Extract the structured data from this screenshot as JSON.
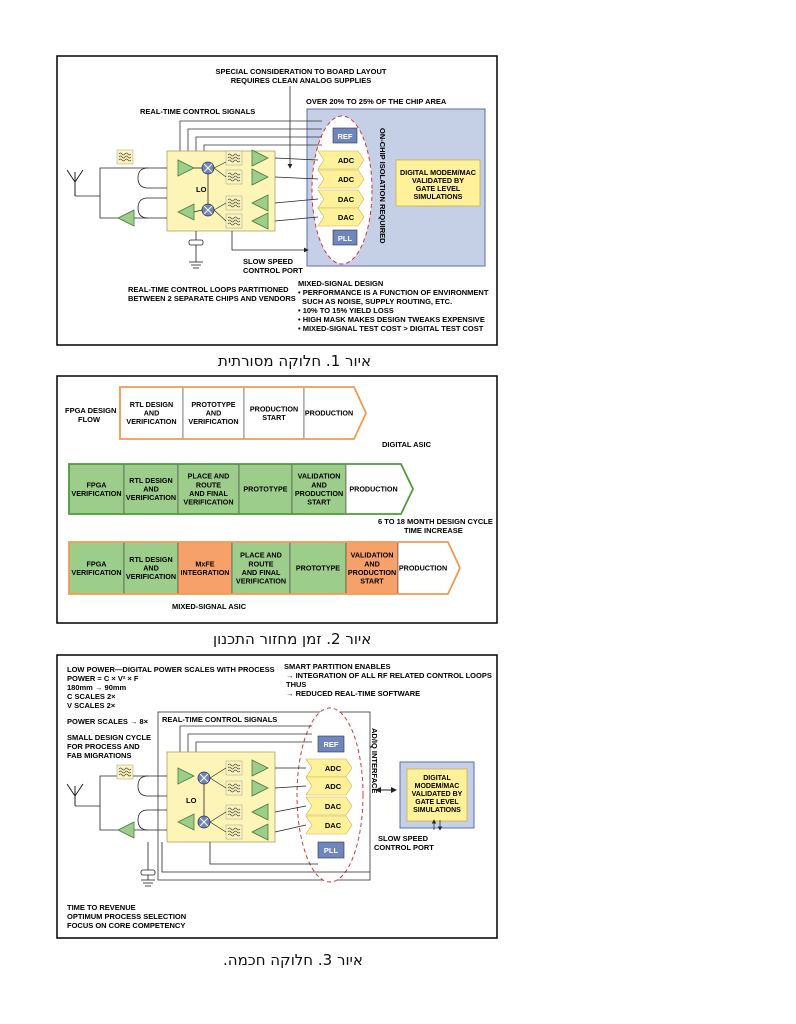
{
  "fig1": {
    "caption": "איור 1. חלוקה מסורתית",
    "board_note_1": "SPECIAL CONSIDERATION TO BOARD LAYOUT",
    "board_note_2": "REQUIRES CLEAN ANALOG SUPPLIES",
    "rt_signals": "REAL-TIME CONTROL SIGNALS",
    "chip_area": "OVER 20% TO 25% OF THE CHIP AREA",
    "isolation": "ON-CHIP ISOLATION REQUIRED",
    "lo": "LO",
    "ref": "REF",
    "adc": "ADC",
    "dac": "DAC",
    "pll": "PLL",
    "modem_1": "DIGITAL MODEM/MAC",
    "modem_2": "VALIDATED BY",
    "modem_3": "GATE LEVEL",
    "modem_4": "SIMULATIONS",
    "slow_1": "SLOW SPEED",
    "slow_2": "CONTROL PORT",
    "loops_1": "REAL-TIME CONTROL LOOPS PARTITIONED",
    "loops_2": "BETWEEN 2 SEPARATE CHIPS AND VENDORS",
    "ms_title": "MIXED-SIGNAL DESIGN",
    "ms_items": [
      "• PERFORMANCE IS A FUNCTION OF ENVIRONMENT",
      "  SUCH AS NOISE, SUPPLY ROUTING, ETC.",
      "• 10% TO 15% YIELD LOSS",
      "• HIGH MASK MAKES DESIGN TWEAKS EXPENSIVE",
      "• MIXED-SIGNAL TEST COST > DIGITAL TEST COST"
    ]
  },
  "fig2": {
    "caption": "איור 2. זמן מחזור התכנון",
    "fpga_flow_1": "FPGA DESIGN",
    "fpga_flow_2": "FLOW",
    "digital_asic": "DIGITAL ASIC",
    "cycle_1": "6 TO 18 MONTH DESIGN CYCLE",
    "cycle_2": "TIME INCREASE",
    "mixed_asic": "MIXED-SIGNAL ASIC",
    "rows": [
      {
        "segs": [
          [
            "RTL DESIGN",
            "AND",
            "VERIFICATION"
          ],
          [
            "PROTOTYPE",
            "AND",
            "VERIFICATION"
          ],
          [
            "PRODUCTION",
            "START"
          ],
          [
            "PRODUCTION"
          ]
        ]
      },
      {
        "segs": [
          [
            "FPGA",
            "VERIFICATION"
          ],
          [
            "RTL DESIGN",
            "AND",
            "VERIFICATION"
          ],
          [
            "PLACE AND",
            "ROUTE",
            "AND FINAL",
            "VERIFICATION"
          ],
          [
            "PROTOTYPE"
          ],
          [
            "VALIDATION",
            "AND",
            "PRODUCTION",
            "START"
          ],
          [
            "PRODUCTION"
          ]
        ]
      },
      {
        "segs": [
          [
            "FPGA",
            "VERIFICATION"
          ],
          [
            "RTL DESIGN",
            "AND",
            "VERIFICATION"
          ],
          [
            "MxFE",
            "INTEGRATION"
          ],
          [
            "PLACE AND",
            "ROUTE",
            "AND FINAL",
            "VERIFICATION"
          ],
          [
            "PROTOTYPE"
          ],
          [
            "VALIDATION",
            "AND",
            "PRODUCTION",
            "START"
          ],
          [
            "PRODUCTION"
          ]
        ]
      }
    ]
  },
  "fig3": {
    "caption": "איור 3. חלוקה חכמה.",
    "lp_1": "LOW POWER—DIGITAL POWER SCALES WITH PROCESS",
    "lp_2": "POWER = C × V² × F",
    "lp_3": "180mm → 90mm",
    "lp_4": "C SCALES 2×",
    "lp_5": "V SCALES 2×",
    "smart_1": "SMART PARTITION ENABLES",
    "smart_2": "→ INTEGRATION OF ALL RF RELATED CONTROL LOOPS",
    "smart_3": "THUS",
    "smart_4": "→ REDUCED REAL-TIME SOFTWARE",
    "power_scales": "POWER SCALES → 8×",
    "small_1": "SMALL DESIGN CYCLE",
    "small_2": "FOR PROCESS AND",
    "small_3": "FAB MIGRATIONS",
    "rt_signals": "REAL-TIME CONTROL SIGNALS",
    "adiq": "AD/IQ INTERFACE",
    "lo": "LO",
    "ref": "REF",
    "adc": "ADC",
    "dac": "DAC",
    "pll": "PLL",
    "modem_1": "DIGITAL",
    "modem_2": "MODEM/MAC",
    "modem_3": "VALIDATED BY",
    "modem_4": "GATE LEVEL",
    "modem_5": "SIMULATIONS",
    "slow_1": "SLOW SPEED",
    "slow_2": "CONTROL PORT",
    "ttr_1": "TIME TO REVENUE",
    "ttr_2": "OPTIMUM PROCESS SELECTION",
    "ttr_3": "FOCUS ON CORE COMPETENCY"
  },
  "colors": {
    "cream": "#fdf5b8",
    "chip_blue": "#c5cfe6",
    "chip_blue_border": "#5b6fa8",
    "block_blue": "#6f86bd",
    "amp_green": "#9ccd8a",
    "mixer_blue": "#6f86bd",
    "pipeline_green": "#9ccd8a",
    "pipeline_orange": "#f6a16a",
    "dashed_red": "#d23a3a",
    "modem_yellow": "#fff19a"
  }
}
